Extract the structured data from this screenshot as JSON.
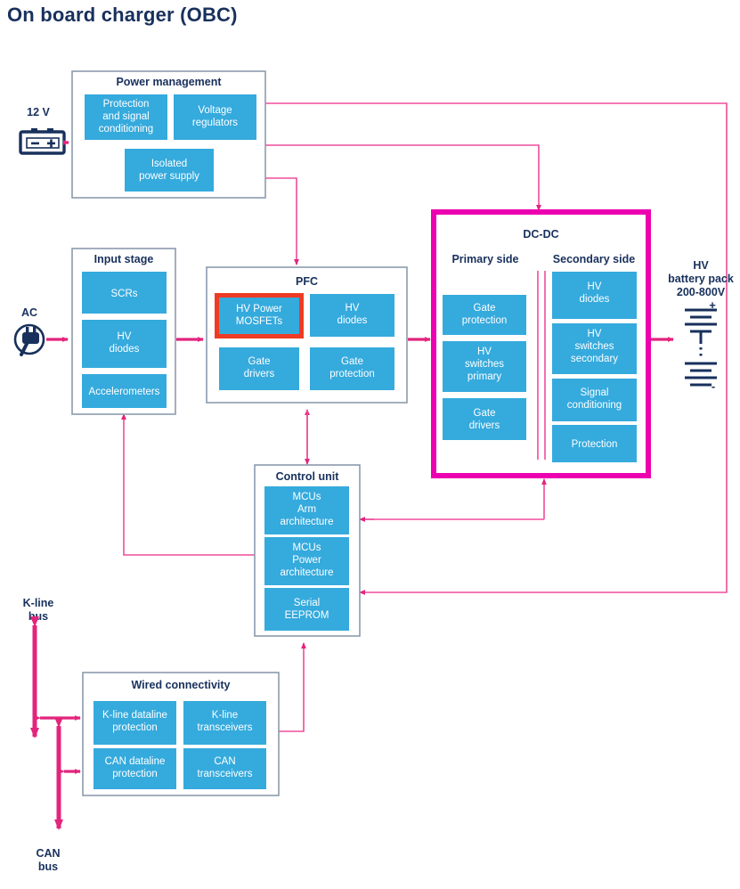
{
  "page": {
    "title": "On board charger (OBC)"
  },
  "colors": {
    "block_blue": "#35aadd",
    "group_border": "#8c9bad",
    "highlight_magenta": "#ec00b0",
    "highlight_red": "#ef3b24",
    "wire_pink": "#ef4d9b",
    "wire_bold": "#e3247d",
    "title_navy": "#18305c"
  },
  "external": {
    "supply_12v": "12 V",
    "ac_source": "AC",
    "battery_line1": "HV",
    "battery_line2": "battery pack",
    "battery_line3": "200-800V",
    "battery_plus": "+",
    "battery_minus": "-",
    "kline_bus_line1": "K-line",
    "kline_bus_line2": "bus",
    "can_bus_line1": "CAN",
    "can_bus_line2": "bus"
  },
  "groups": {
    "power_management": {
      "title": "Power management",
      "blocks": [
        {
          "id": "protection-and-signal-conditioning",
          "lines": [
            "Protection",
            "and signal",
            "conditioning"
          ]
        },
        {
          "id": "voltage-regulators",
          "lines": [
            "Voltage",
            "regulators"
          ]
        },
        {
          "id": "isolated-power-supply",
          "lines": [
            "Isolated",
            "power supply"
          ]
        }
      ]
    },
    "input_stage": {
      "title": "Input stage",
      "blocks": [
        {
          "id": "scrs",
          "lines": [
            "SCRs"
          ]
        },
        {
          "id": "hv-diodes",
          "lines": [
            "HV",
            "diodes"
          ]
        },
        {
          "id": "accelerometers",
          "lines": [
            "Accelerometers"
          ]
        }
      ]
    },
    "pfc": {
      "title": "PFC",
      "blocks": [
        {
          "id": "hv-power-mosfets",
          "lines": [
            "HV Power",
            "MOSFETs"
          ],
          "highlighted": true
        },
        {
          "id": "hv-diodes",
          "lines": [
            "HV",
            "diodes"
          ]
        },
        {
          "id": "gate-drivers",
          "lines": [
            "Gate",
            "drivers"
          ]
        },
        {
          "id": "gate-protection",
          "lines": [
            "Gate",
            "protection"
          ]
        }
      ]
    },
    "dc_dc": {
      "title": "DC-DC",
      "highlighted": true,
      "primary_side": {
        "title": "Primary side",
        "blocks": [
          {
            "id": "gate-protection",
            "lines": [
              "Gate",
              "protection"
            ]
          },
          {
            "id": "hv-switches-primary",
            "lines": [
              "HV",
              "switches",
              "primary"
            ]
          },
          {
            "id": "gate-drivers",
            "lines": [
              "Gate",
              "drivers"
            ]
          }
        ]
      },
      "secondary_side": {
        "title": "Secondary side",
        "blocks": [
          {
            "id": "hv-diodes",
            "lines": [
              "HV",
              "diodes"
            ]
          },
          {
            "id": "hv-switches-secondary",
            "lines": [
              "HV",
              "switches",
              "secondary"
            ]
          },
          {
            "id": "signal-conditioning",
            "lines": [
              "Signal",
              "conditioning"
            ]
          },
          {
            "id": "protection",
            "lines": [
              "Protection"
            ]
          }
        ]
      }
    },
    "control_unit": {
      "title": "Control unit",
      "blocks": [
        {
          "id": "mcus-arm-architecture",
          "lines": [
            "MCUs",
            "Arm",
            "architecture"
          ]
        },
        {
          "id": "mcus-power-architecture",
          "lines": [
            "MCUs",
            "Power",
            "architecture"
          ]
        },
        {
          "id": "serial-eeprom",
          "lines": [
            "Serial",
            "EEPROM"
          ]
        }
      ]
    },
    "wired_connectivity": {
      "title": "Wired connectivity",
      "blocks": [
        {
          "id": "k-line-dataline-protection",
          "lines": [
            "K-line dataline",
            "protection"
          ]
        },
        {
          "id": "k-line-transceivers",
          "lines": [
            "K-line",
            "transceivers"
          ]
        },
        {
          "id": "can-dataline-protection",
          "lines": [
            "CAN dataline",
            "protection"
          ]
        },
        {
          "id": "can-transceivers",
          "lines": [
            "CAN",
            "transceivers"
          ]
        }
      ]
    }
  }
}
